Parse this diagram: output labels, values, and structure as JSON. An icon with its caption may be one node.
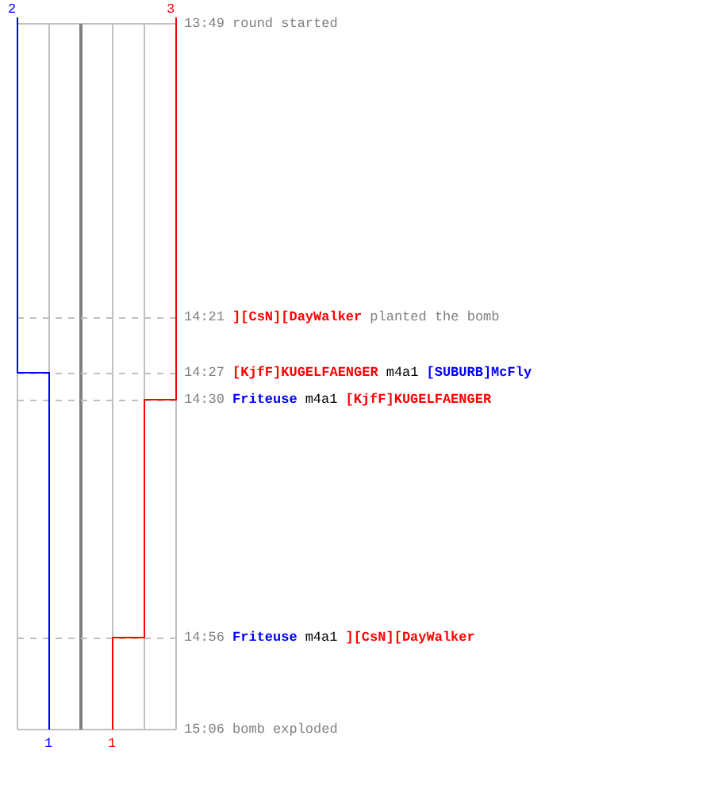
{
  "diagram": {
    "labels": [
      "2",
      "3",
      "13:49",
      "round started",
      "14:21",
      "][CsN][DayWalker",
      "planted the bomb",
      "14:27",
      "[KjfF]KUGELFAENGER",
      "m4a1",
      "[SUBURB]McFly",
      "14:30",
      "Friteuse",
      "m4a1",
      "[KjfF]KUGELFAENGER",
      "14:56",
      "Friteuse",
      "m4a1",
      "][CsN][DayWalker",
      "15:06",
      "bomb exploded",
      "1",
      "1"
    ]
  }
}
